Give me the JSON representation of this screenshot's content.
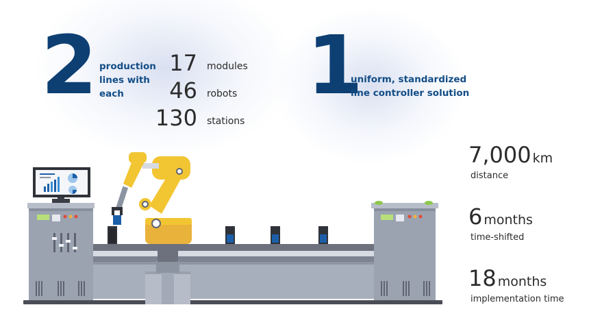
{
  "lines": {
    "count": "2",
    "label_lines": [
      "production",
      "lines with",
      "each"
    ]
  },
  "line_stats": [
    {
      "value": "17",
      "unit": "modules"
    },
    {
      "value": "46",
      "unit": "robots"
    },
    {
      "value": "130",
      "unit": "stations"
    }
  ],
  "controller": {
    "count": "1",
    "label_lines": [
      "uniform,  standardized",
      "line controller solution"
    ]
  },
  "project_stats": [
    {
      "value": "7,000",
      "unit": "km",
      "label": "distance"
    },
    {
      "value": "6",
      "unit": "months",
      "label": "time-shifted"
    },
    {
      "value": "18",
      "unit": "months",
      "label": "implementation time"
    }
  ],
  "colors": {
    "number_blue": "#0d3f73",
    "label_blue": "#134d86",
    "robot_yellow": "#f2c533",
    "robot_orange": "#e9b23a",
    "machine_gray": "#9ba3b1",
    "product_blue": "#1c5fa8"
  }
}
